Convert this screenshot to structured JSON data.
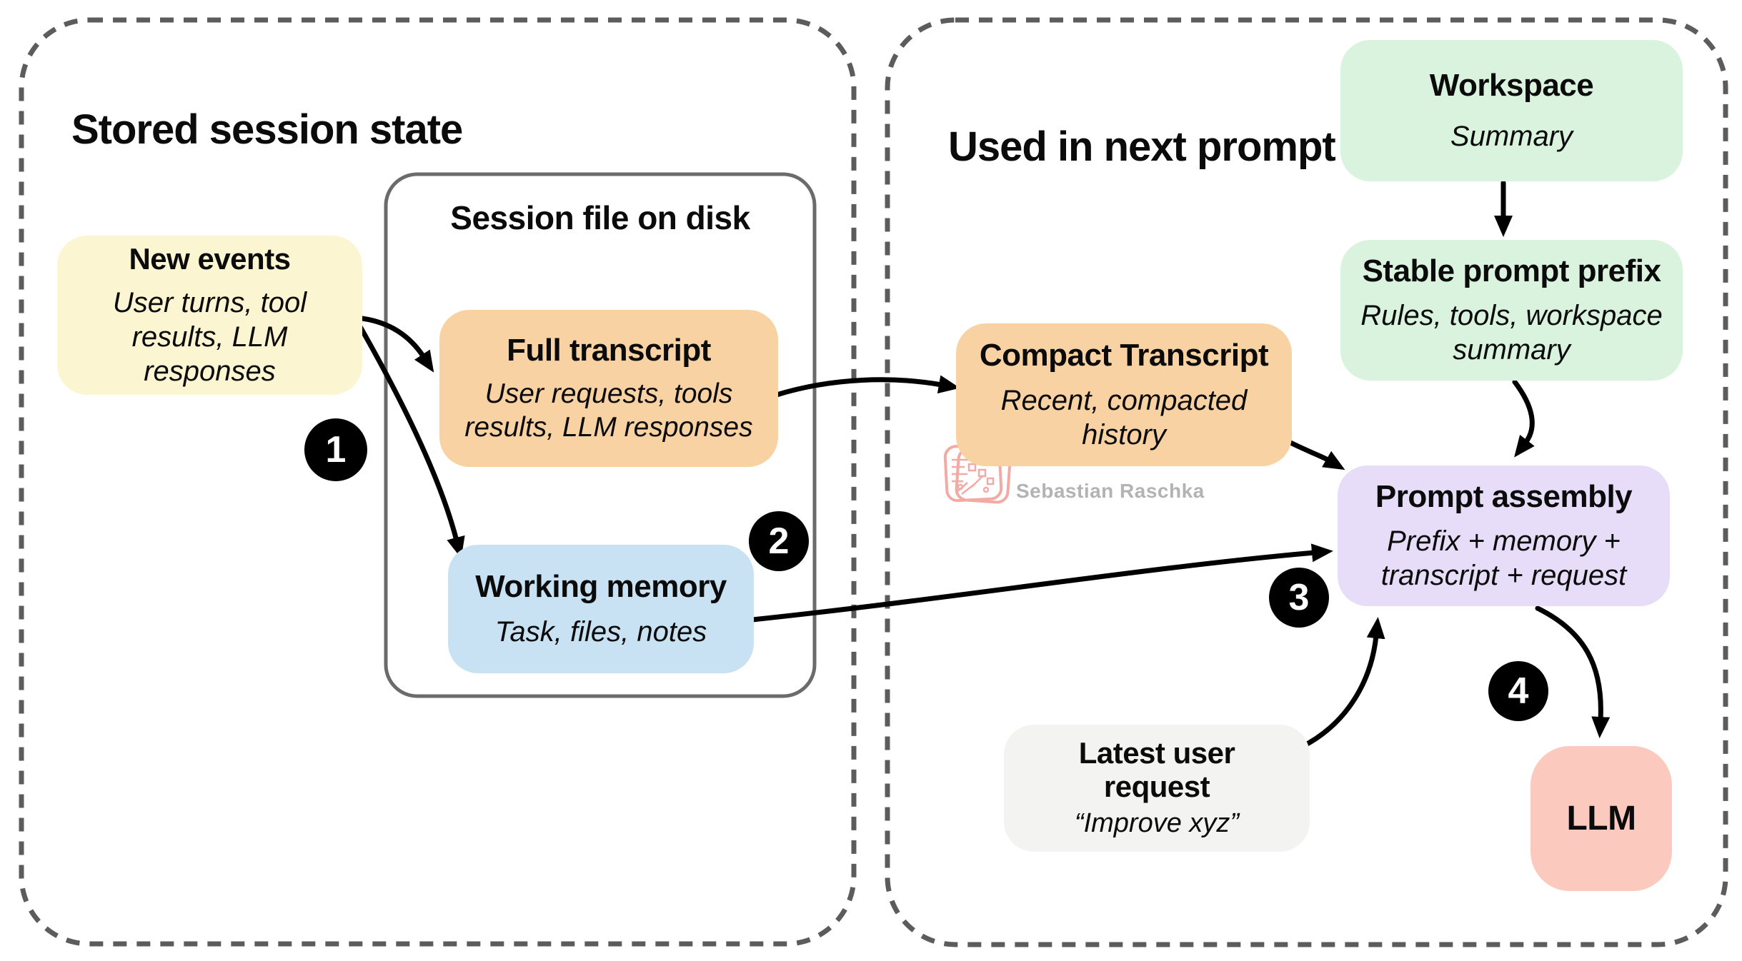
{
  "panels": {
    "left": {
      "title": "Stored session state"
    },
    "right": {
      "title": "Used in next prompt"
    }
  },
  "session_file": {
    "title": "Session file on disk"
  },
  "nodes": {
    "new_events": {
      "title": "New events",
      "subtitle": "User turns, tool results, LLM responses",
      "color": "#fcf5d1"
    },
    "full_transcript": {
      "title": "Full transcript",
      "subtitle": "User requests, tools results, LLM responses",
      "color": "#f9d2a4"
    },
    "working_memory": {
      "title": "Working memory",
      "subtitle": "Task, files, notes",
      "color": "#c9e2f3"
    },
    "compact_transcript": {
      "title": "Compact Transcript",
      "subtitle": "Recent, compacted history",
      "color": "#f9d2a4"
    },
    "workspace": {
      "title": "Workspace",
      "subtitle": "Summary",
      "color": "#d9f3de"
    },
    "stable_prompt_prefix": {
      "title": "Stable prompt prefix",
      "subtitle": "Rules, tools, workspace summary",
      "color": "#d9f3de"
    },
    "prompt_assembly": {
      "title": "Prompt assembly",
      "subtitle": "Prefix + memory + transcript + request",
      "color": "#e7ddf8"
    },
    "latest_user_request": {
      "title": "Latest user request",
      "subtitle": "“Improve xyz”",
      "color": "#f3f3f1"
    },
    "llm": {
      "title": "LLM",
      "color": "#fcc9bf"
    }
  },
  "step_badges": {
    "one": "1",
    "two": "2",
    "three": "3",
    "four": "4"
  },
  "watermark": {
    "author": "Sebastian Raschka",
    "logo": "circuit-board-logo",
    "logo_color": "#ef8e86",
    "text_color": "#b3b3b3"
  },
  "colors": {
    "arrow": "#000000",
    "dashed_border": "#5c5c5c",
    "session_box_border": "#6b6b6b",
    "badge_bg": "#000000",
    "badge_text": "#ffffff"
  }
}
